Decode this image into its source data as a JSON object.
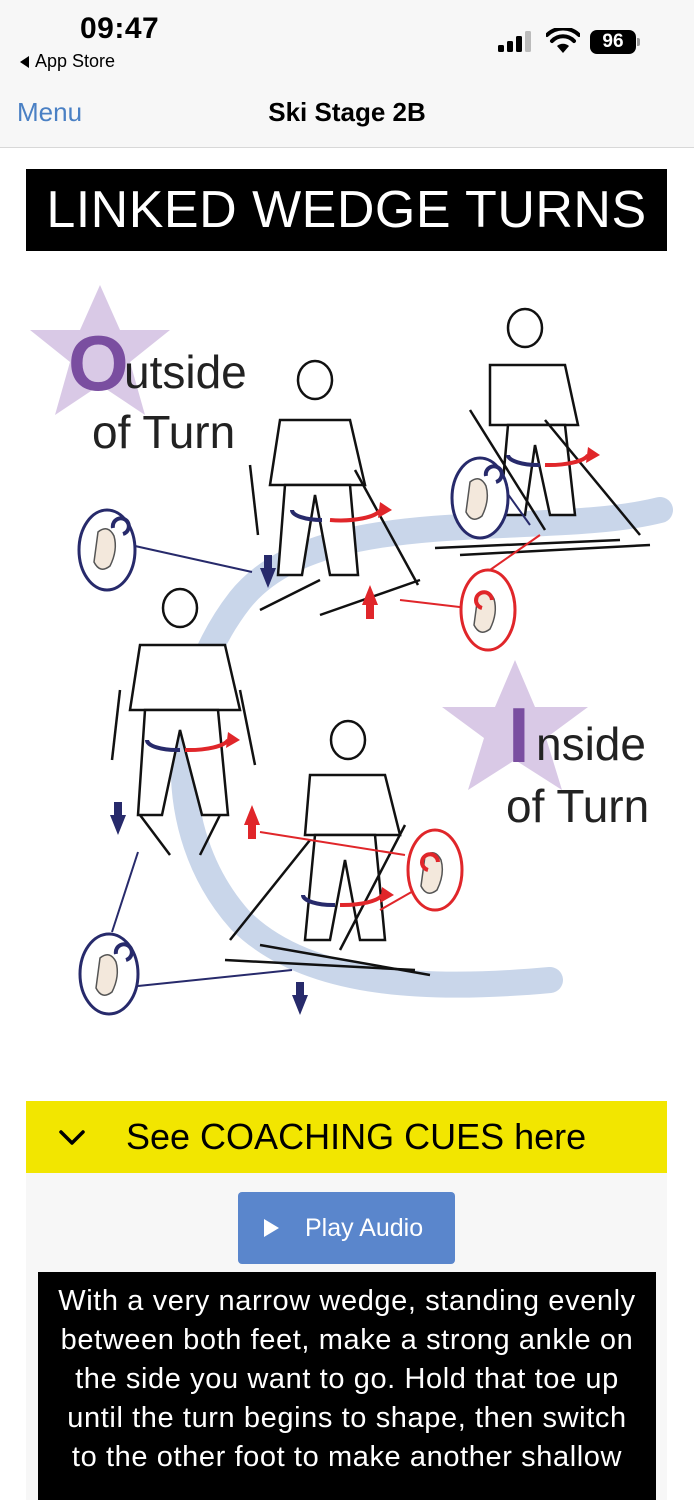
{
  "status_bar": {
    "time": "09:47",
    "back_app": "App Store",
    "battery": "96"
  },
  "nav": {
    "menu_label": "Menu",
    "title": "Ski Stage 2B"
  },
  "banner": {
    "title": "LINKED WEDGE TURNS"
  },
  "illustration": {
    "outside_letter": "O",
    "outside_rest": "utside",
    "outside_line2": "of Turn",
    "inside_letter": "I",
    "inside_rest": "nside",
    "inside_line2": "of Turn",
    "colors": {
      "purple": "#7a4ea0",
      "star": "#d9c9e6",
      "red": "#e0262a",
      "navy": "#272a6b",
      "track": "#c9d6ea"
    }
  },
  "coaching": {
    "toggle_label": "See COACHING CUES here",
    "play_label": "Play Audio",
    "text": "With a very narrow wedge, standing evenly between both feet, make a strong ankle on the side you want to go. Hold that toe up until the turn begins to shape, then switch to the other foot to make another shallow"
  },
  "colors": {
    "banner": "#000000",
    "cues_bar": "#f2e600",
    "play_button": "#5a86cc",
    "link": "#4a80c4"
  }
}
